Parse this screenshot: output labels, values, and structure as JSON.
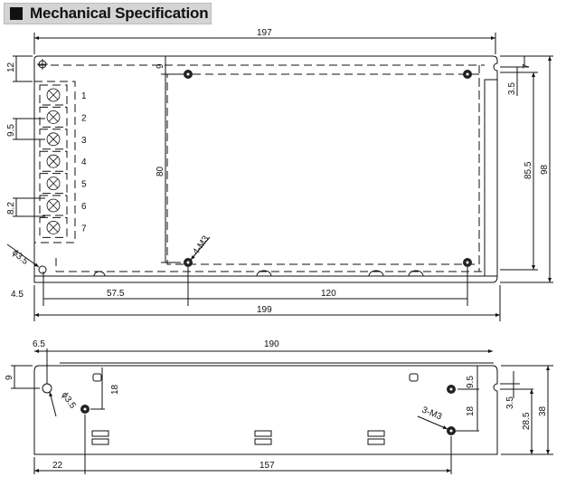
{
  "title": "Mechanical Specification",
  "top_view": {
    "dims": {
      "width_197": "197",
      "width_199": "199",
      "left_4_5": "4.5",
      "offset_57_5": "57.5",
      "hole_span_120": "120",
      "top_12": "12",
      "pitch_9_5": "9.5",
      "pitch_8_2": "8.2",
      "inner_9": "9",
      "hole_span_80": "80",
      "right_7": "7",
      "right_3_5": "3.5",
      "height_85_5": "85.5",
      "height_98": "98"
    },
    "hole_label": "ϕ3.5",
    "screw_label": "4-M3",
    "pins": [
      "1",
      "2",
      "3",
      "4",
      "5",
      "6",
      "7"
    ]
  },
  "side_view": {
    "dims": {
      "length_190": "190",
      "left_6_5": "6.5",
      "top_9": "9",
      "vert_18_left": "18",
      "vert_9_5": "9.5",
      "vert_18_right": "18",
      "right_3_5": "3.5",
      "height_28_5": "28.5",
      "height_38": "38",
      "left_22": "22",
      "span_157": "157"
    },
    "hole_label": "ϕ3.5",
    "screw_label": "3-M3"
  }
}
